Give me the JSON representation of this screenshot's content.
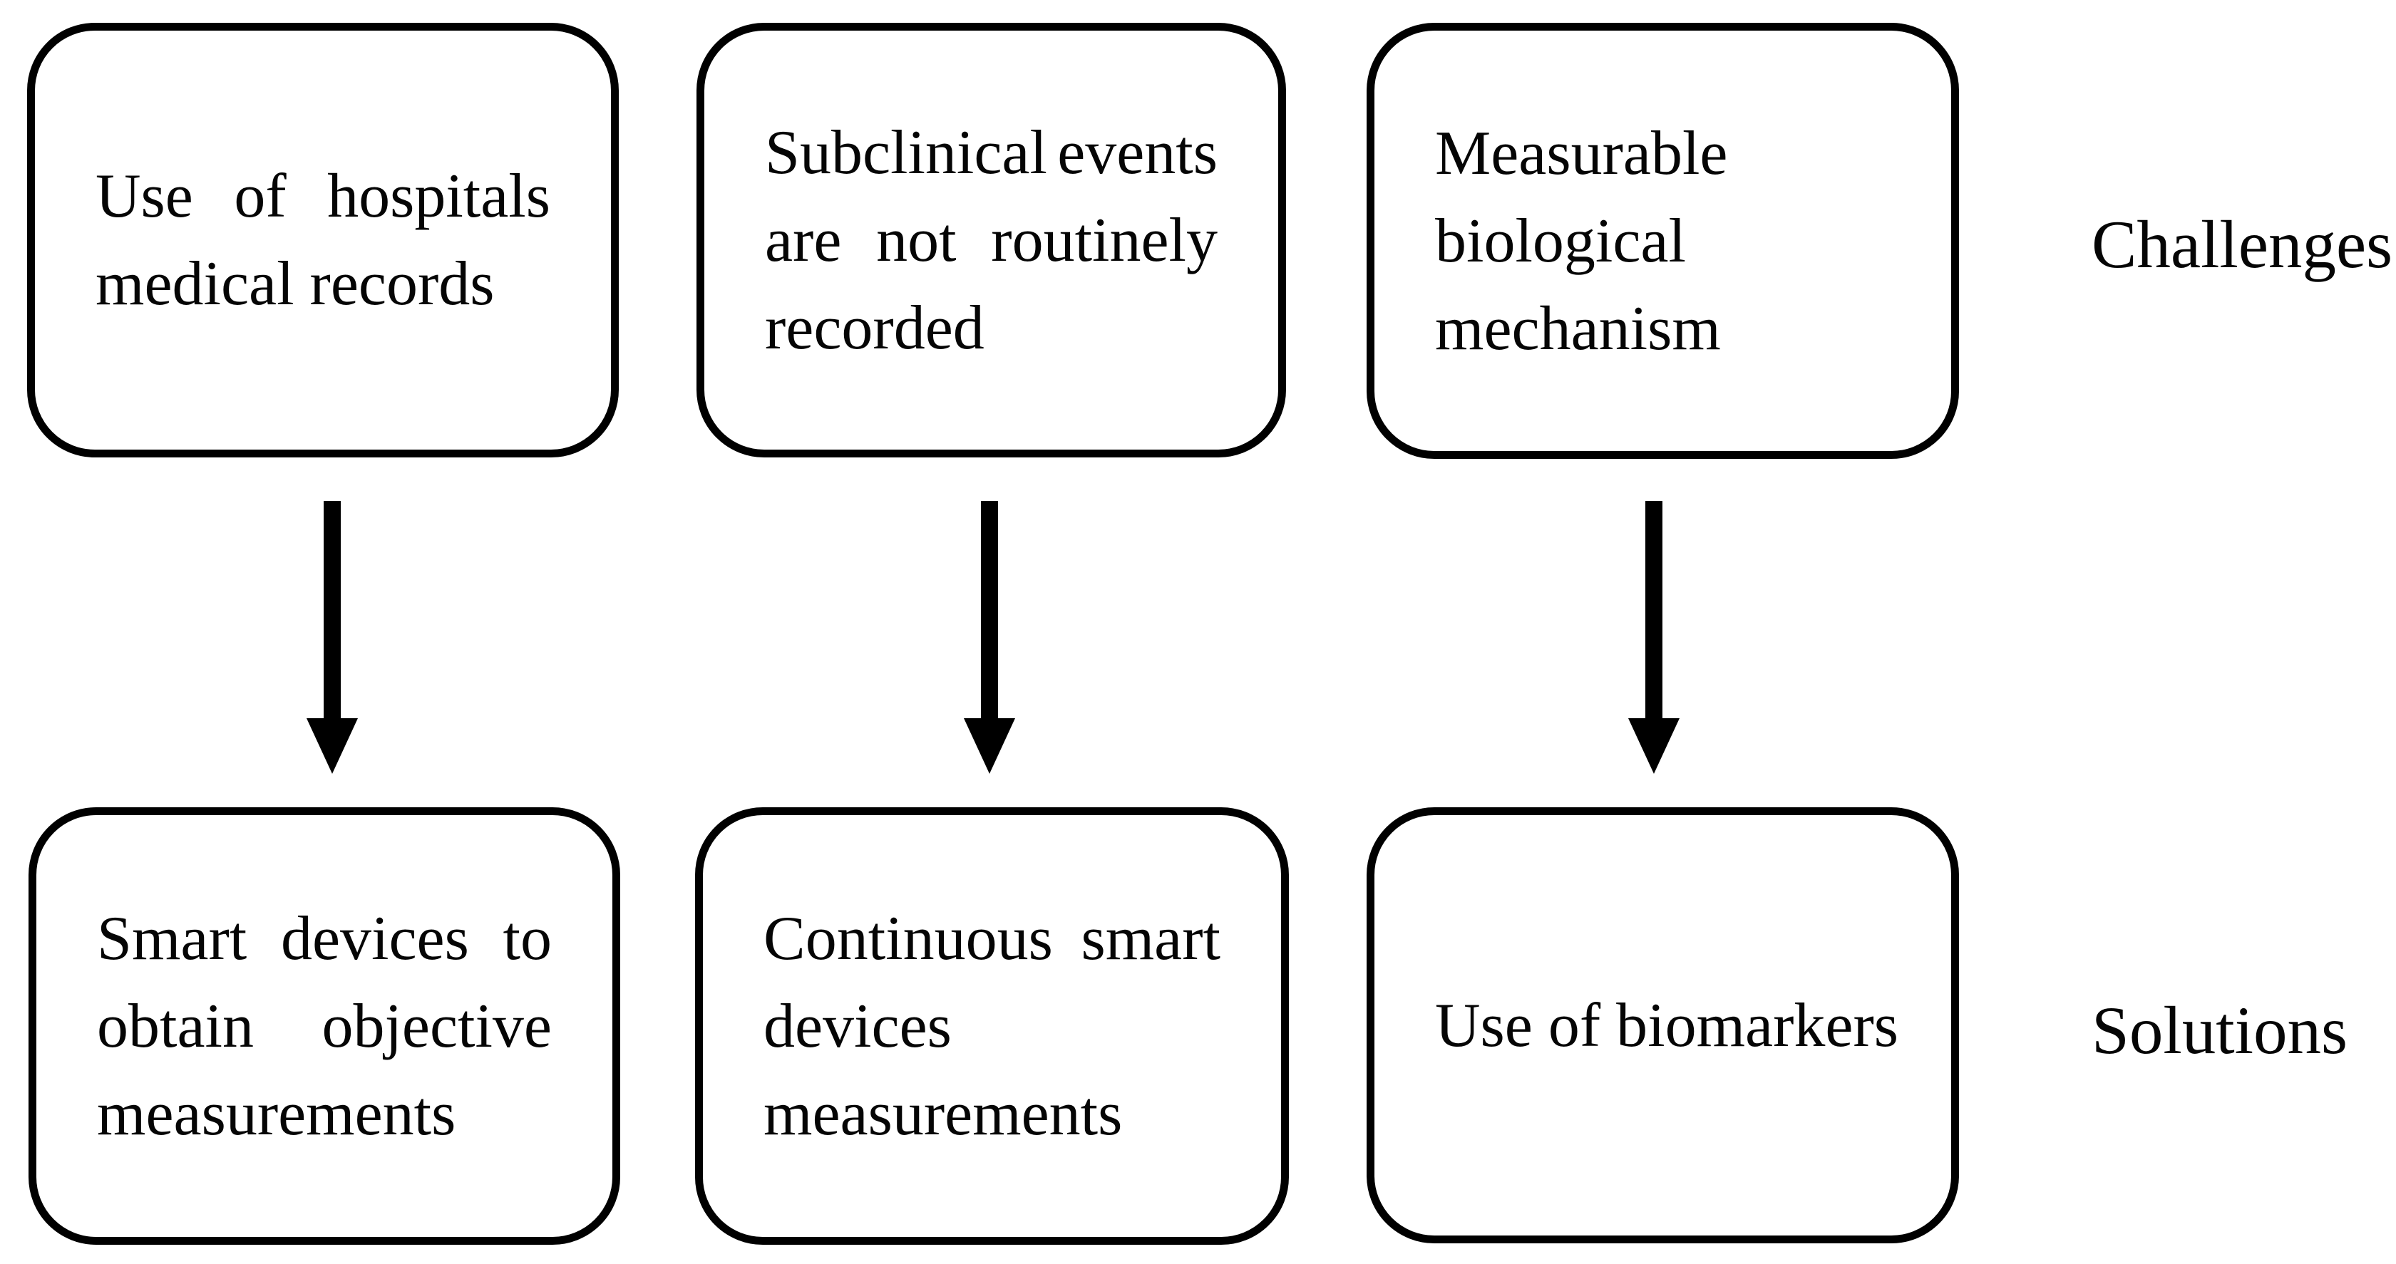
{
  "diagram": {
    "row_labels": {
      "challenges": "Challenges",
      "solutions": "Solutions"
    },
    "boxes": {
      "challenge_1": {
        "lines": [
          "Use of hospitals",
          "medical records"
        ],
        "justify": [
          true,
          false
        ]
      },
      "challenge_2": {
        "lines": [
          "Subclinical events",
          "are not routinely",
          "recorded"
        ],
        "justify": [
          true,
          true,
          false
        ]
      },
      "challenge_3": {
        "lines": [
          "Measurable",
          "biological",
          "mechanism"
        ],
        "justify": [
          false,
          false,
          false
        ]
      },
      "solution_1": {
        "lines": [
          "Smart devices to",
          "obtain objective",
          "measurements"
        ],
        "justify": [
          true,
          true,
          false
        ]
      },
      "solution_2": {
        "lines": [
          "Continuous smart",
          "devices",
          "measurements"
        ],
        "justify": [
          true,
          false,
          false
        ]
      },
      "solution_3": {
        "lines": [
          "Use of biomarkers"
        ],
        "justify": [
          false
        ]
      }
    },
    "colors": {
      "stroke": "#000000",
      "background": "#ffffff",
      "text": "#050505"
    }
  }
}
